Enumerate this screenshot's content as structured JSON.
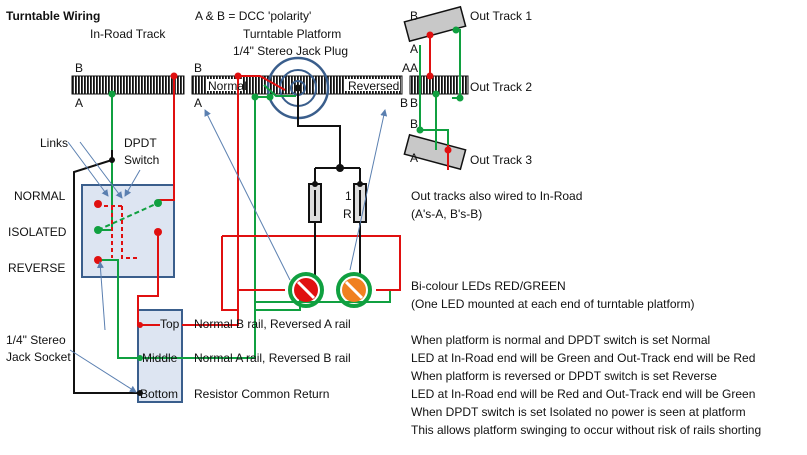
{
  "title": "Turntable Wiring",
  "dcc_note": "A & B = DCC 'polarity'",
  "in_road_track": "In-Road Track",
  "turntable_platform": "Turntable Platform",
  "jack_plug": "1/4\" Stereo Jack Plug",
  "rail_labels": {
    "in_road_b": "B",
    "in_road_a": "A",
    "platform_b": "B",
    "platform_a": "A",
    "platform_normal": "Normal",
    "platform_reversed": "Reversed",
    "platform_right_a": "A",
    "platform_right_b": "B",
    "out1_b": "B",
    "out1_a": "A",
    "out2_a": "A",
    "out2_b": "B",
    "out3_b": "B",
    "out3_a": "A"
  },
  "out_tracks": [
    "Out Track 1",
    "Out Track 2",
    "Out Track 3"
  ],
  "links": "Links",
  "dpdt_switch": [
    "DPDT",
    "Switch"
  ],
  "switch_positions": [
    "NORMAL",
    "ISOLATED",
    "REVERSE"
  ],
  "jack_socket": [
    "1/4\" Stereo",
    "Jack Socket"
  ],
  "socket_terminals": [
    "Top",
    "Middle",
    "Bottom"
  ],
  "terminal_descriptions": [
    "Normal B rail, Reversed A rail",
    "Normal A rail, Reversed B rail",
    "Resistor Common Return"
  ],
  "resistor_labels": [
    "1",
    "R"
  ],
  "out_tracks_note": [
    "Out tracks also wired to In-Road",
    "(A's-A, B's-B)"
  ],
  "led_note": [
    "Bi-colour LEDs RED/GREEN",
    "(One LED mounted at each end of turntable platform)"
  ],
  "explanation": [
    "When platform is normal and DPDT switch is set Normal",
    "LED at In-Road end will be Green and Out-Track end will be Red",
    "When platform is reversed or DPDT switch is set Reverse",
    "LED at In-Road end will be Red and Out-Track end will be Green",
    "When DPDT switch is set Isolated no power is seen at platform",
    "This allows platform swinging to occur without risk of rails shorting"
  ],
  "colors": {
    "red": "#e01010",
    "green": "#10a040",
    "black": "#111111",
    "blue": "#3a5e8c",
    "box_blue": "#dde5f2",
    "orange": "#f08020"
  }
}
